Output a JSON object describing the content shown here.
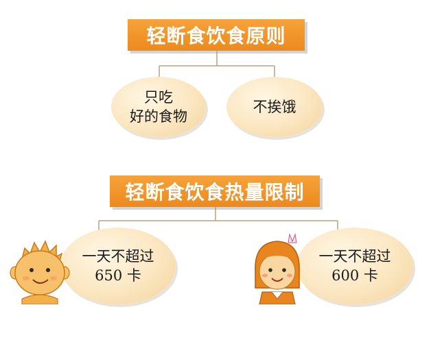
{
  "section1": {
    "title": "轻断食饮食原则",
    "items": [
      {
        "lines": [
          "只吃",
          "好的食物"
        ]
      },
      {
        "lines": [
          "不挨饿"
        ]
      }
    ]
  },
  "section2": {
    "title": "轻断食饮食热量限制",
    "items": [
      {
        "lines": [
          "一天不超过",
          "650 卡"
        ]
      },
      {
        "lines": [
          "一天不超过",
          "600 卡"
        ]
      }
    ]
  },
  "colors": {
    "banner": "#ec8a1e",
    "oval": "#fbe6c0",
    "connector": "#b8a27a"
  }
}
